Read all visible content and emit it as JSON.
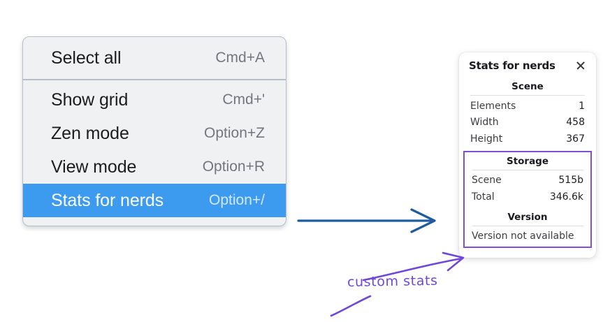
{
  "context_menu": {
    "groups": [
      {
        "items": [
          {
            "label": "Select all",
            "shortcut": "Cmd+A",
            "selected": false
          }
        ]
      },
      {
        "items": [
          {
            "label": "Show grid",
            "shortcut": "Cmd+'",
            "selected": false
          },
          {
            "label": "Zen mode",
            "shortcut": "Option+Z",
            "selected": false
          },
          {
            "label": "View mode",
            "shortcut": "Option+R",
            "selected": false
          },
          {
            "label": "Stats for nerds",
            "shortcut": "Option+/",
            "selected": true
          }
        ]
      }
    ],
    "selected_background": "#3d9bef"
  },
  "stats_panel": {
    "title": "Stats for nerds",
    "close_icon": "close-icon",
    "scene": {
      "heading": "Scene",
      "rows": [
        {
          "label": "Elements",
          "value": "1"
        },
        {
          "label": "Width",
          "value": "458"
        },
        {
          "label": "Height",
          "value": "367"
        }
      ]
    },
    "storage": {
      "heading": "Storage",
      "rows": [
        {
          "label": "Scene",
          "value": "515b"
        },
        {
          "label": "Total",
          "value": "346.6k"
        }
      ]
    },
    "version": {
      "heading": "Version",
      "note": "Version not available"
    },
    "highlight_color": "#7f4fd8"
  },
  "annotations": {
    "handwritten_label": "custom stats",
    "handwritten_color": "#7048d8",
    "blue_arrow_color": "#1f5c9e"
  }
}
